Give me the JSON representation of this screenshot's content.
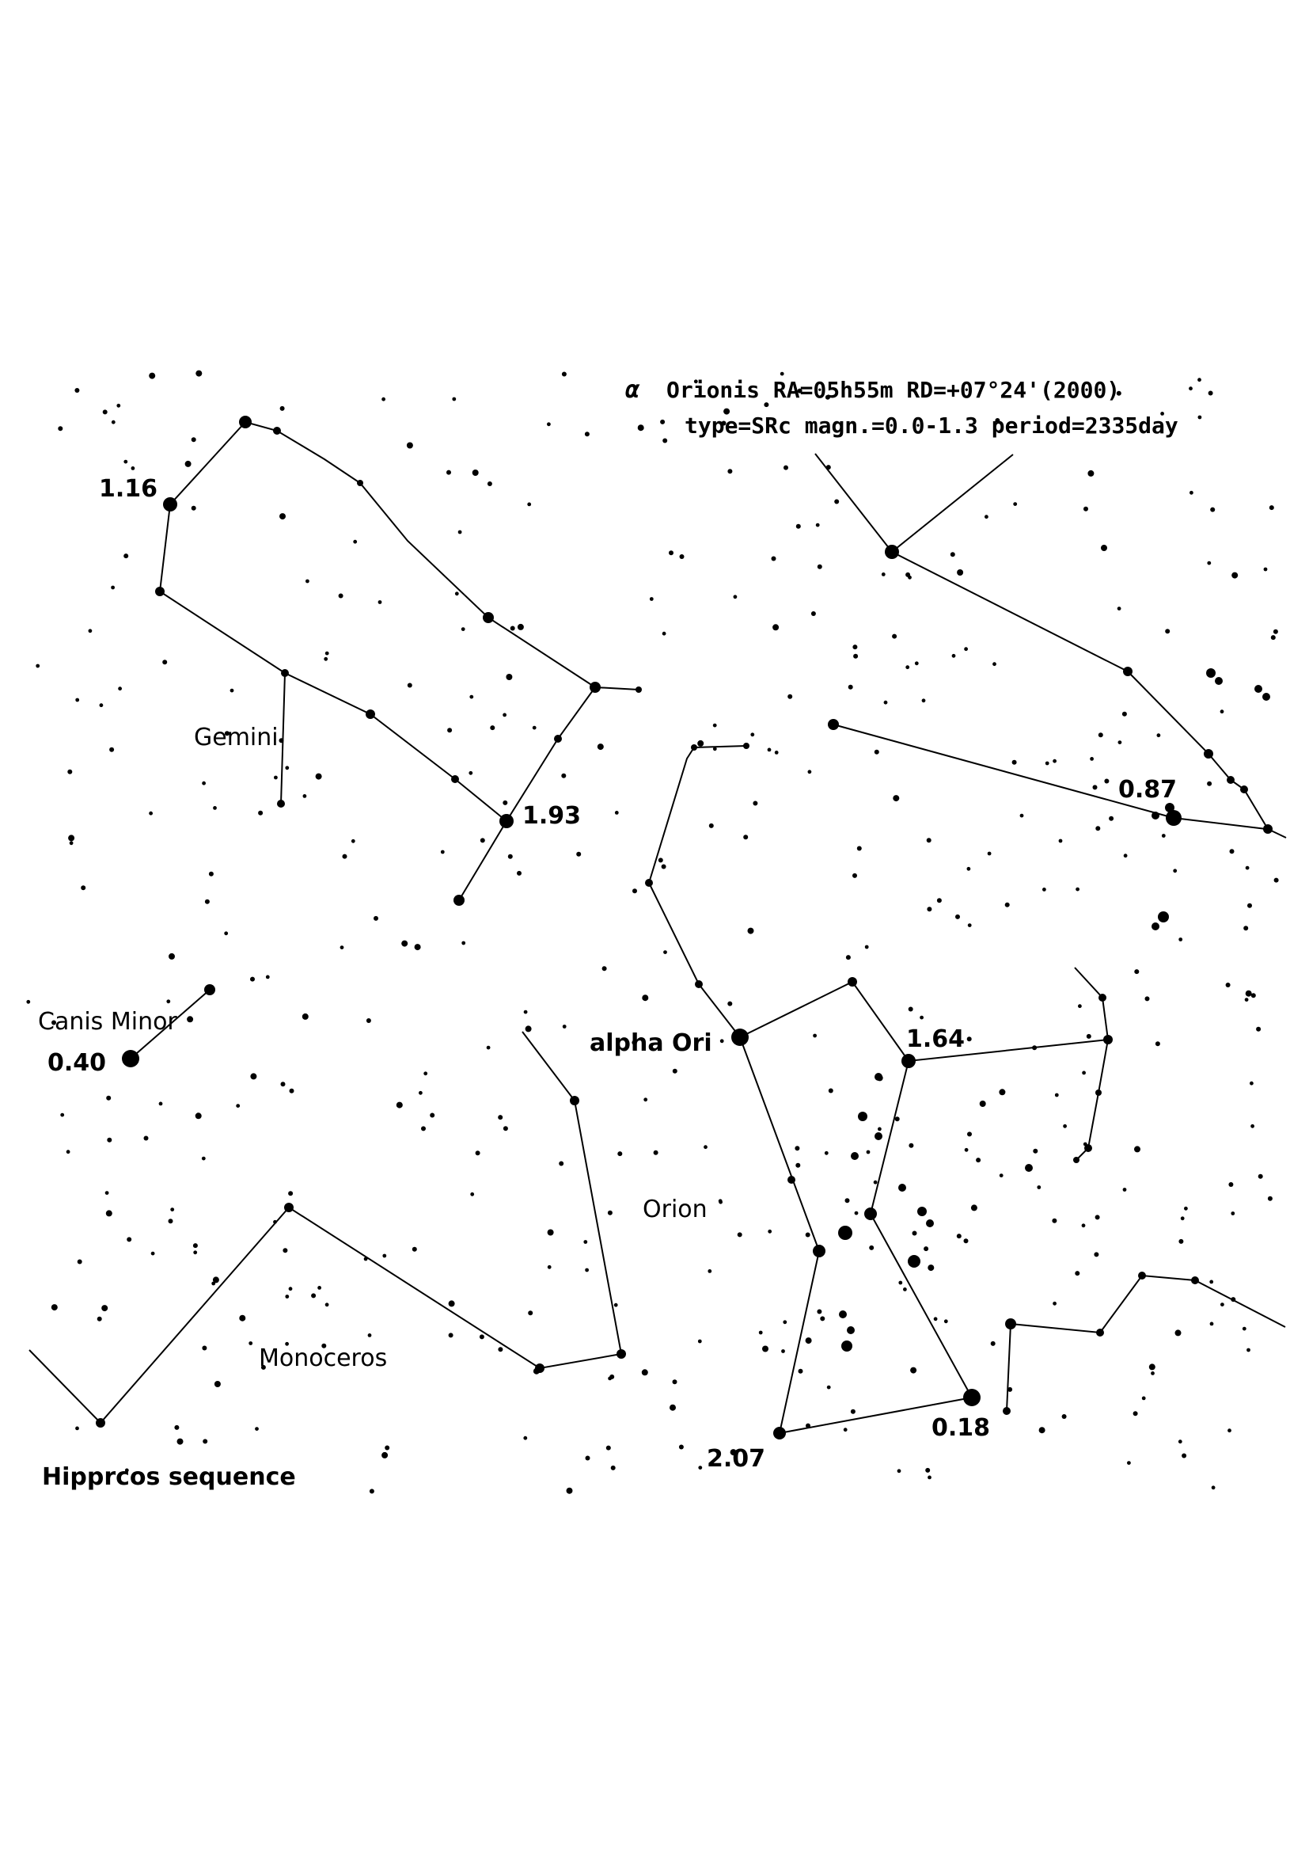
{
  "header": {
    "alpha_symbol": "α",
    "line1": "Orionis RA=05h55m RD=+07°24'(2000)",
    "line2": "type=SRc magn.=0.0-1.3 period=2335day"
  },
  "constellations": {
    "gemini": "Gemini",
    "canis_minor": "Canis Minor",
    "orion": "Orion",
    "monoceros": "Monoceros"
  },
  "star_labels": {
    "alpha_ori": "alpha Ori"
  },
  "magnitudes": {
    "m116": "1.16",
    "m193": "1.93",
    "m087": "0.87",
    "m040": "0.40",
    "m164": "1.64",
    "m207": "2.07",
    "m018": "0.18"
  },
  "footer": {
    "sequence_label": "Hipprcos sequence"
  },
  "colors": {
    "ink": "#000000",
    "background": "#ffffff"
  }
}
